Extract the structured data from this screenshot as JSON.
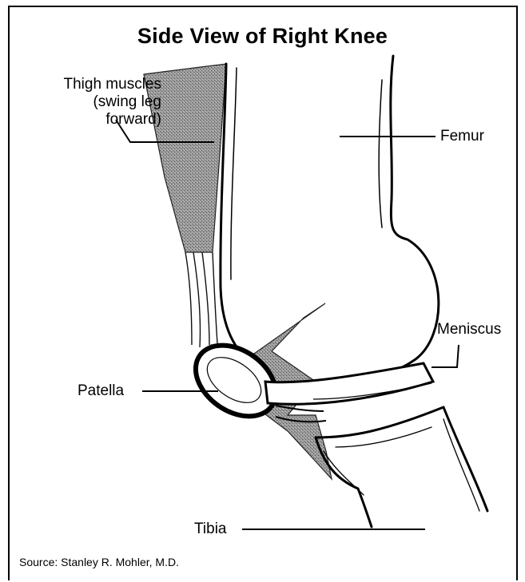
{
  "title": "Side View of Right Knee",
  "labels": {
    "thigh_line1": "Thigh muscles",
    "thigh_line2": "(swing leg",
    "thigh_line3": "forward)",
    "femur": "Femur",
    "meniscus": "Meniscus",
    "patella": "Patella",
    "tibia": "Tibia"
  },
  "source": "Source: Stanley R. Mohler, M.D."
}
